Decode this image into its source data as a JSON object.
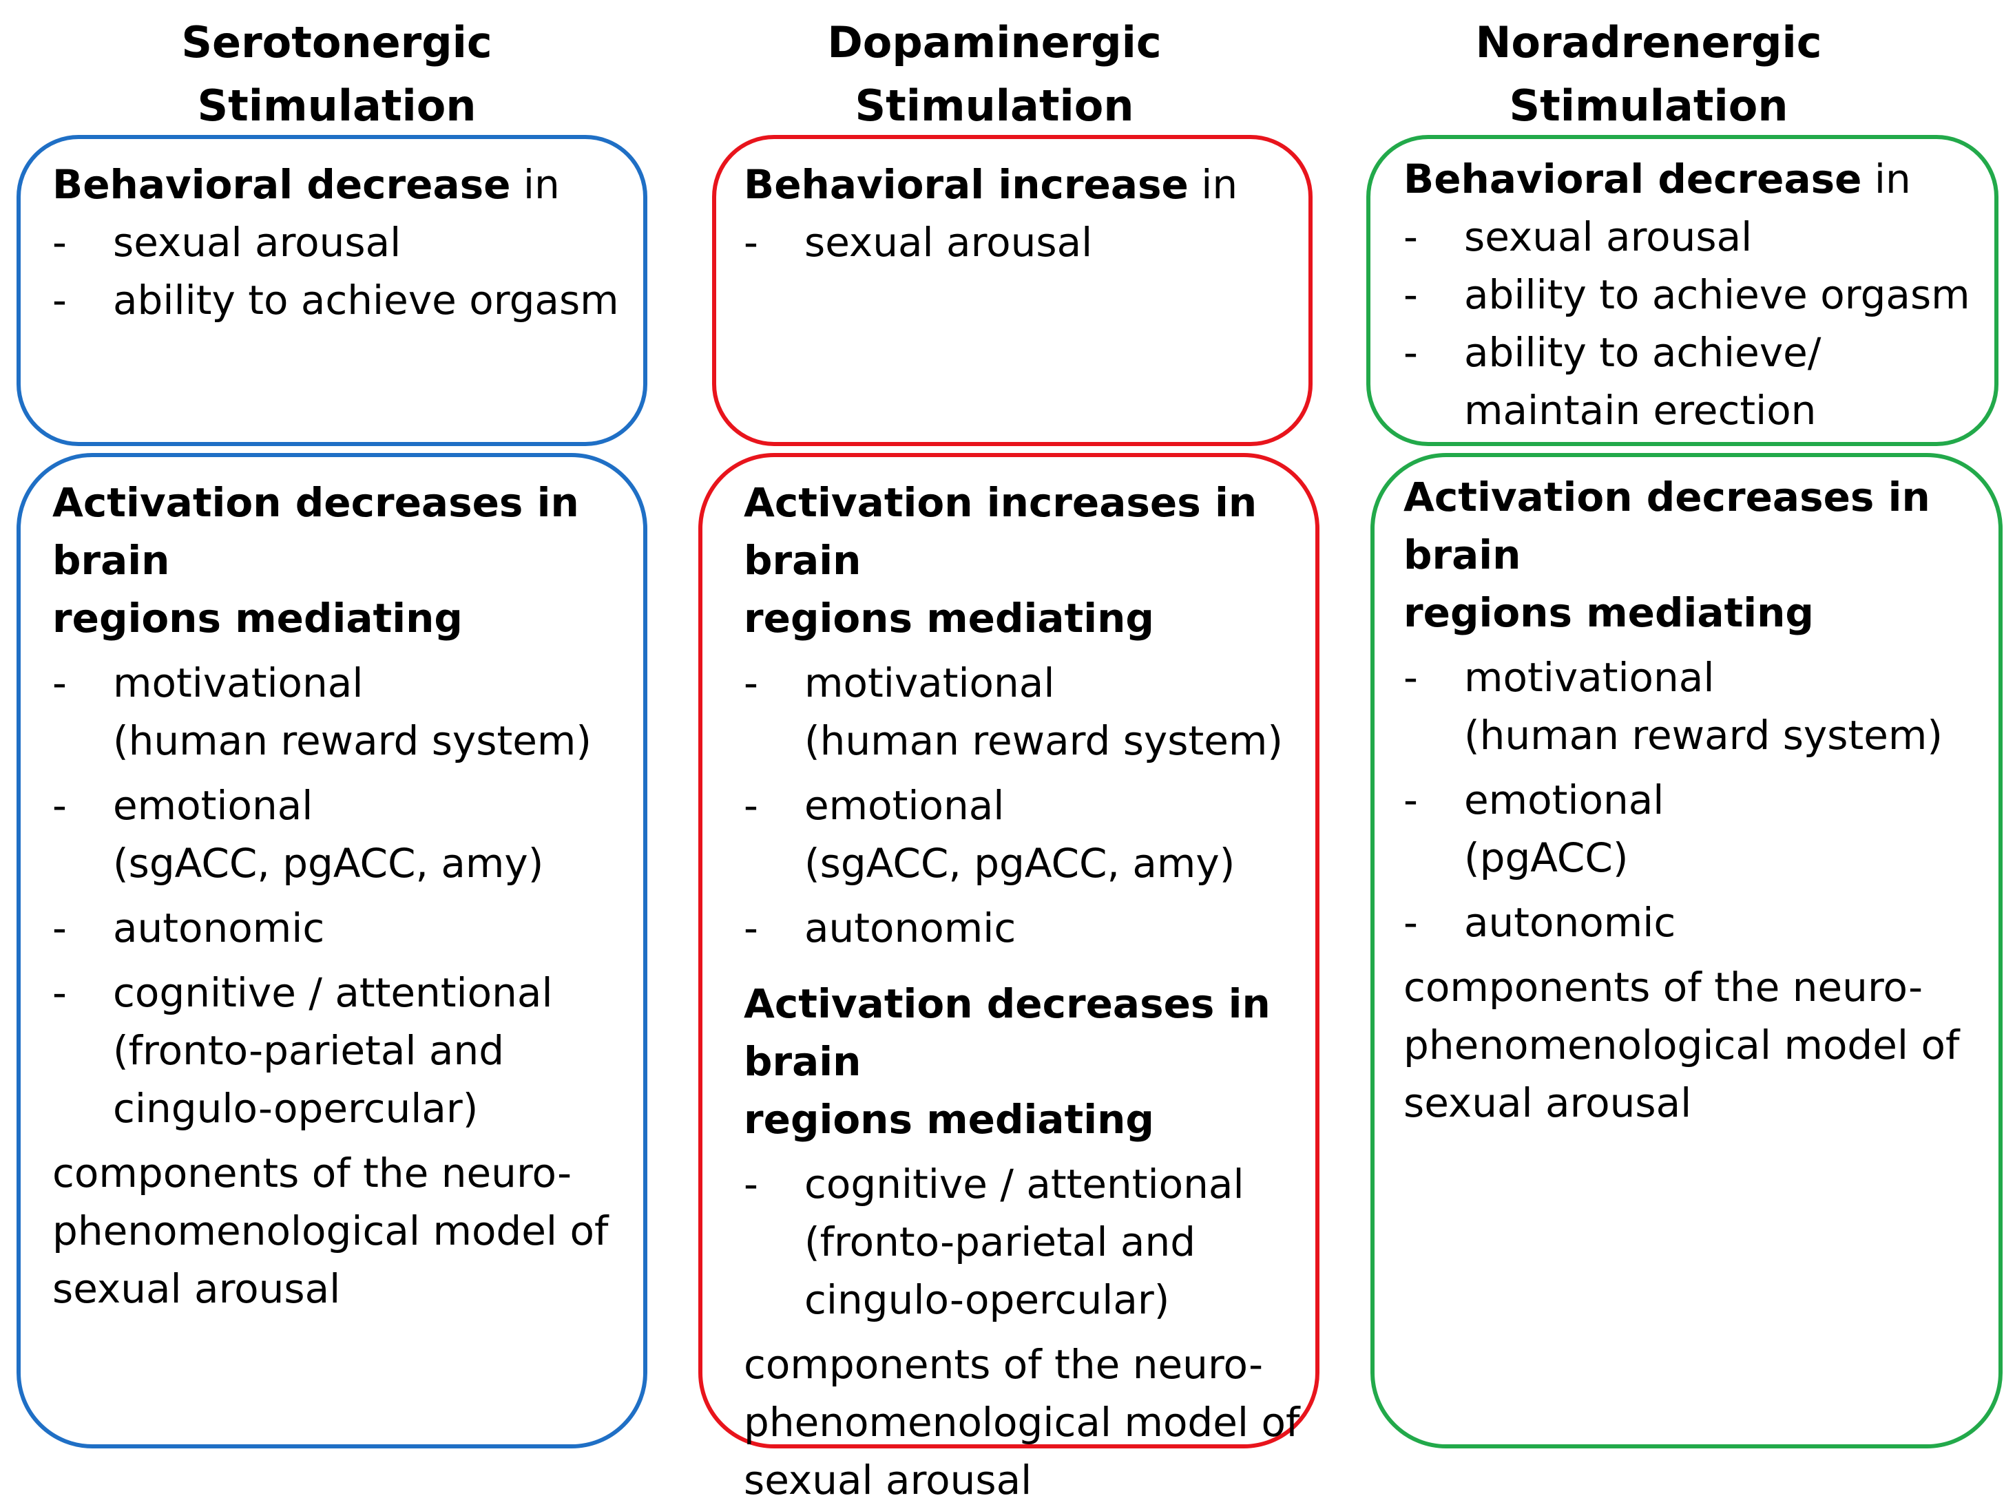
{
  "columns": [
    {
      "heading": [
        "Serotonergic",
        "Stimulation"
      ],
      "color": "#1f6fc5",
      "behavior": {
        "bold": "Behavioral decrease",
        "rest": " in",
        "items": [
          "sexual arousal",
          "ability to achieve orgasm"
        ]
      },
      "activation_blocks": [
        {
          "heading": [
            "Activation decreases in brain",
            "regions mediating"
          ],
          "items": [
            [
              "motivational",
              "(human reward system)"
            ],
            [
              "emotional",
              "(sgACC, pgACC, amy)"
            ],
            [
              "autonomic"
            ],
            [
              "cognitive / attentional",
              "(fronto-parietal and",
              "cingulo-opercular)"
            ]
          ]
        }
      ],
      "footer": [
        "components of the neuro-",
        "phenomenological model of",
        "sexual arousal"
      ]
    },
    {
      "heading": [
        "Dopaminergic",
        "Stimulation"
      ],
      "color": "#e8141c",
      "behavior": {
        "bold": "Behavioral increase",
        "rest": " in",
        "items": [
          "sexual arousal"
        ]
      },
      "activation_blocks": [
        {
          "heading": [
            "Activation increases in brain",
            "regions mediating"
          ],
          "items": [
            [
              "motivational",
              "(human reward system)"
            ],
            [
              "emotional",
              "(sgACC, pgACC, amy)"
            ],
            [
              "autonomic"
            ]
          ]
        },
        {
          "heading": [
            "Activation decreases in brain",
            "regions mediating"
          ],
          "items": [
            [
              "cognitive / attentional",
              "(fronto-parietal and",
              "cingulo-opercular)"
            ]
          ]
        }
      ],
      "footer": [
        "components of the neuro-",
        "phenomenological model of",
        "sexual arousal"
      ]
    },
    {
      "heading": [
        "Noradrenergic",
        "Stimulation"
      ],
      "color": "#22a94a",
      "behavior": {
        "bold": "Behavioral decrease",
        "rest": " in",
        "items": [
          "sexual arousal",
          "ability to achieve orgasm",
          "ability to achieve/ maintain erection"
        ]
      },
      "activation_blocks": [
        {
          "heading": [
            "Activation decreases in brain",
            "regions mediating"
          ],
          "items": [
            [
              "motivational",
              "(human reward system)"
            ],
            [
              "emotional",
              "(pgACC)"
            ],
            [
              "autonomic"
            ]
          ]
        }
      ],
      "footer": [
        "components of the neuro-",
        "phenomenological model of",
        "sexual arousal"
      ]
    }
  ]
}
